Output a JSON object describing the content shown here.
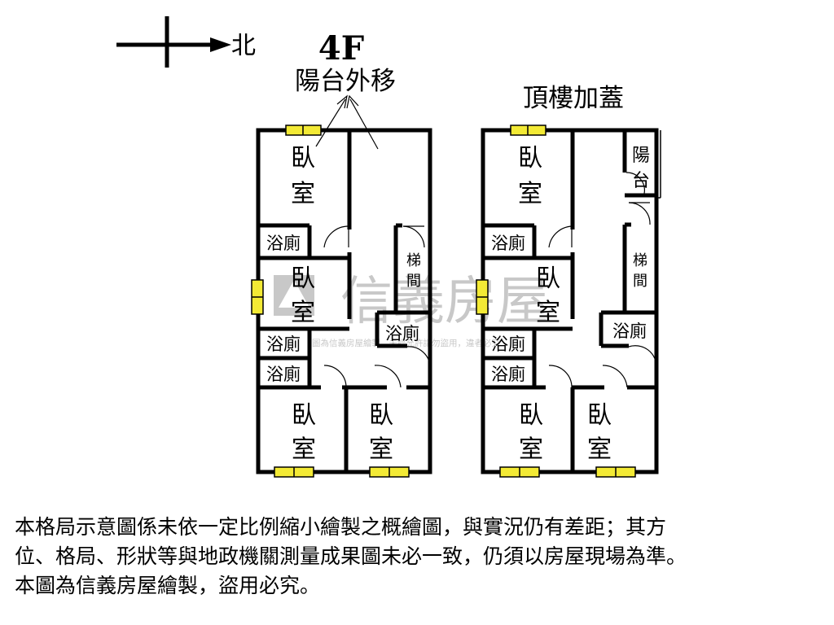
{
  "compass": {
    "label": "北"
  },
  "plan_4f": {
    "floor_label": "4F",
    "note": "陽台外移",
    "rooms": {
      "bedroom_1": "臥室",
      "bedroom_2": "臥室",
      "bedroom_3": "臥室",
      "bedroom_4": "臥室",
      "bath_1": "浴廁",
      "bath_2": "浴廁",
      "bath_3": "浴廁",
      "bath_4": "浴廁",
      "stair": "梯間"
    }
  },
  "plan_roof": {
    "title": "頂樓加蓋",
    "rooms": {
      "bedroom_1": "臥室",
      "bedroom_2": "臥室",
      "bedroom_3": "臥室",
      "bedroom_4": "臥室",
      "bath_1": "浴廁",
      "bath_2": "浴廁",
      "bath_3": "浴廁",
      "bath_4": "浴廁",
      "stair": "梯間",
      "balcony": "陽台"
    }
  },
  "watermark": {
    "brand": "信義房屋",
    "notice": "圖為信義房屋繪製，未經允許請勿盜用，違者必究"
  },
  "disclaimer": {
    "line1": "本格局示意圖係未依一定比例縮小繪製之概繪圖，與實況仍有差距；其方",
    "line2": "位、格局、形狀等與地政機關測量成果圖未必一致，仍須以房屋現場為準。",
    "line3": "本圖為信義房屋繪製，盜用必究。"
  },
  "colors": {
    "wall": "#000000",
    "window": "#f3ea35",
    "watermark": "#c8c8c8"
  }
}
